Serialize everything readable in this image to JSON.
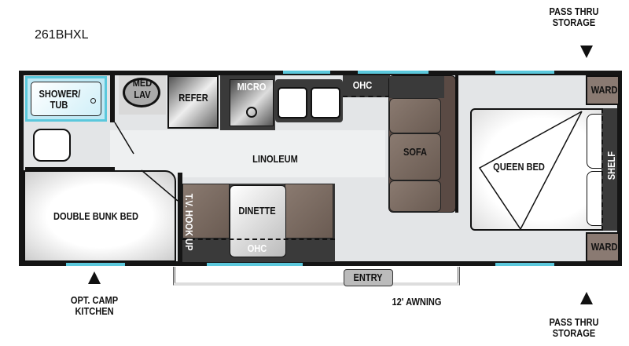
{
  "model": "261BHXL",
  "rooms": {
    "shower": "SHOWER/\nTUB",
    "med": "MED",
    "lav": "LAV",
    "refer": "REFER",
    "micro": "MICRO",
    "ohc_top": "OHC",
    "linoleum": "LINOLEUM",
    "sofa": "SOFA",
    "queen_bed": "QUEEN BED",
    "ward_top": "WARD",
    "ward_bottom": "WARD",
    "shelf": "SHELF",
    "double_bunk": "DOUBLE BUNK BED",
    "tv": "T.V. HOOK UP",
    "dinette": "DINETTE",
    "ohc_bottom": "OHC"
  },
  "exterior": {
    "entry": "ENTRY",
    "awning": "12' AWNING",
    "camp_kitchen": "OPT. CAMP\nKITCHEN",
    "pass_thru_top": "PASS THRU\nSTORAGE",
    "pass_thru_bottom": "PASS THRU\nSTORAGE"
  },
  "colors": {
    "window": "#5bc8dc",
    "upholstery": "#7a6a60",
    "wall": "#151515"
  }
}
